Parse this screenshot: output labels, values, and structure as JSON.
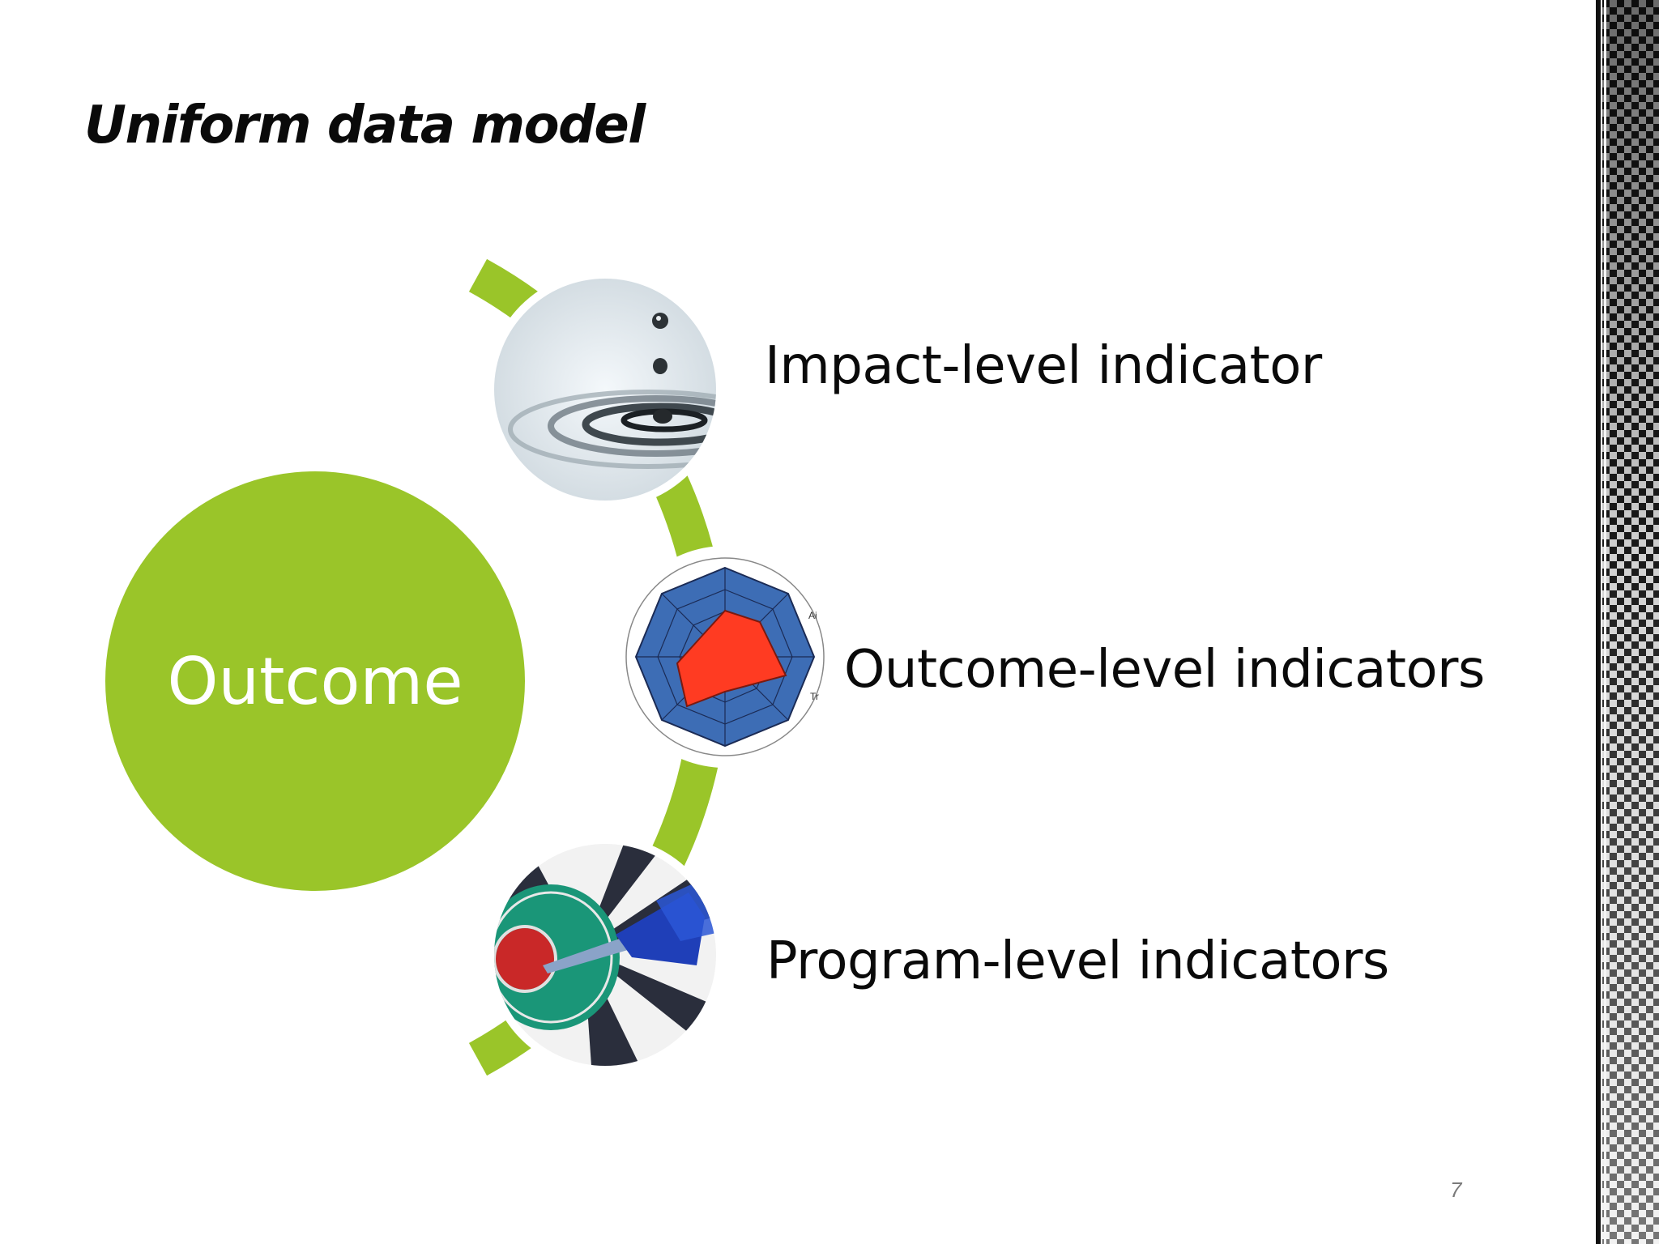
{
  "slide": {
    "title": "Uniform data model",
    "page_number": "7"
  },
  "diagram": {
    "center": {
      "label": "Outcome"
    },
    "levels": [
      {
        "label": "Impact-level indicator",
        "image": "water-drop-ripple"
      },
      {
        "label": "Outcome-level indicators",
        "image": "radar-chart"
      },
      {
        "label": "Program-level indicators",
        "image": "dart-bullseye"
      }
    ]
  },
  "colors": {
    "accent": "#9ac529",
    "title_text": "#0a0a0a",
    "outcome_text": "#ffffff",
    "radar_blue": "#3d6db5",
    "radar_red": "#ff3b22",
    "page_number": "#7a7a7a"
  }
}
